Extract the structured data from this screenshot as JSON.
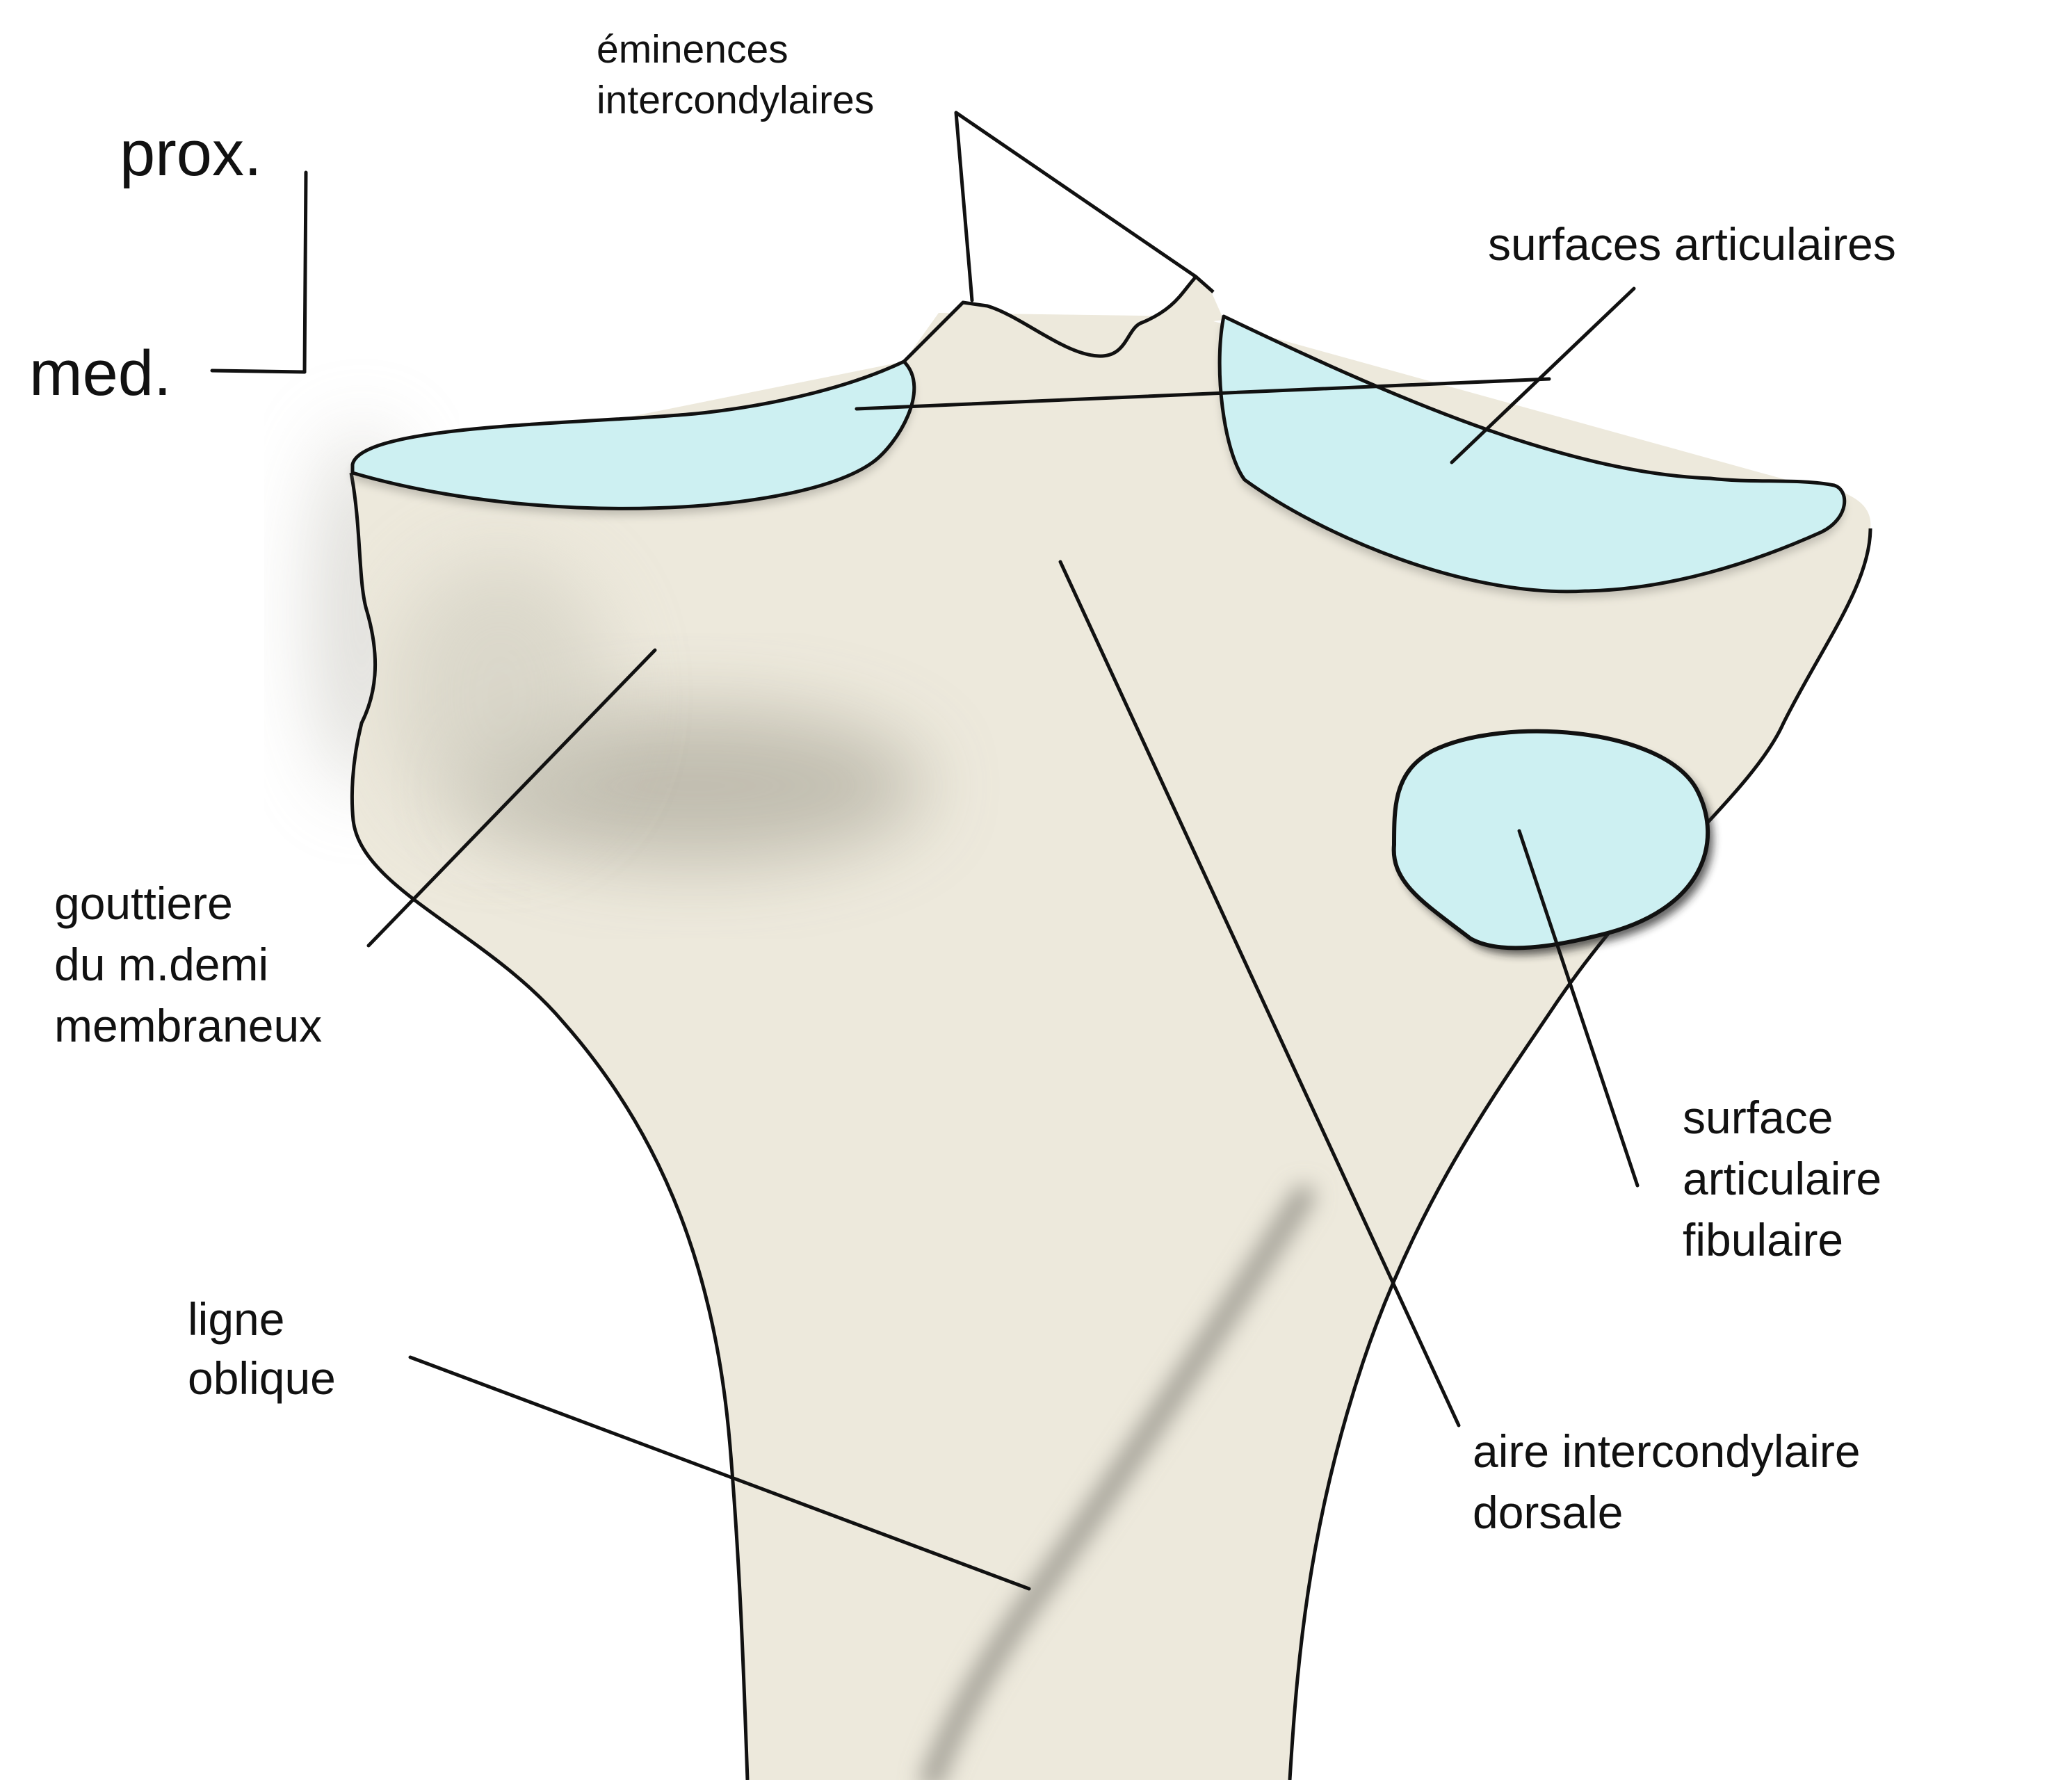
{
  "orientation": {
    "proximal": "prox.",
    "medial": "med."
  },
  "labels": {
    "eminences": [
      "éminences",
      "intercondylaires"
    ],
    "surfaces_articulaires": "surfaces articulaires",
    "gouttiere": [
      "gouttiere",
      "du m.demi",
      "membraneux"
    ],
    "surface_fibulaire": [
      "surface",
      "articulaire",
      "fibulaire"
    ],
    "ligne_oblique": [
      "ligne",
      "oblique"
    ],
    "aire_intercondylaire": [
      "aire intercondylaire",
      "dorsale"
    ]
  },
  "colors": {
    "bone": "#ede9dc",
    "bone_shadow": "#c6c3b6",
    "cartilage": "#cdf0f2",
    "outline": "#111111"
  }
}
